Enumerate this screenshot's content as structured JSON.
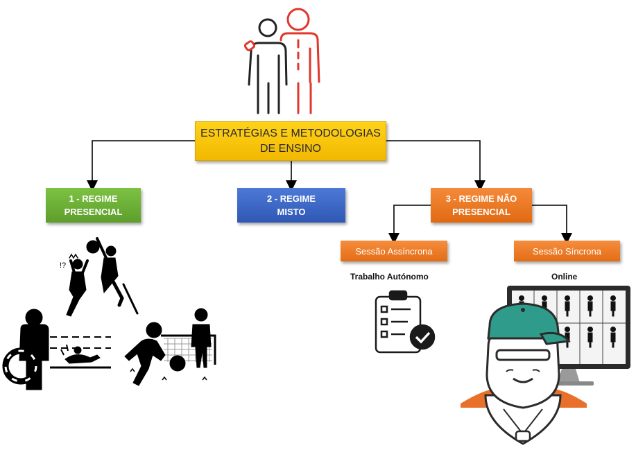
{
  "root": {
    "line1": "ESTRATÉGIAS E METODOLOGIAS",
    "line2": "DE ENSINO"
  },
  "regimes": [
    {
      "line1": "1 - REGIME",
      "line2": "PRESENCIAL",
      "color": "#6aaf35"
    },
    {
      "line1": "2 - REGIME",
      "line2": "MISTO",
      "color": "#3c66c4"
    },
    {
      "line1": "3 - REGIME NÃO",
      "line2": "PRESENCIAL",
      "color": "#ee7a22"
    }
  ],
  "sessions": [
    {
      "label": "Sessão Assíncrona",
      "caption": "Trabalho Autónomo"
    },
    {
      "label": "Sessão Síncrona",
      "caption": "Online"
    }
  ],
  "illustrations": {
    "header": "teacher-student-icon",
    "presencial": [
      "basketball-players-icon",
      "lifeguard-swimmer-icon",
      "football-goalkeeper-icon"
    ],
    "assincrona": "clipboard-checklist-icon",
    "sincrona": "coach-online-class-icon"
  },
  "colors": {
    "header_dark": "#222222",
    "header_red": "#e2352b",
    "cap_teal": "#2f9b8a"
  }
}
